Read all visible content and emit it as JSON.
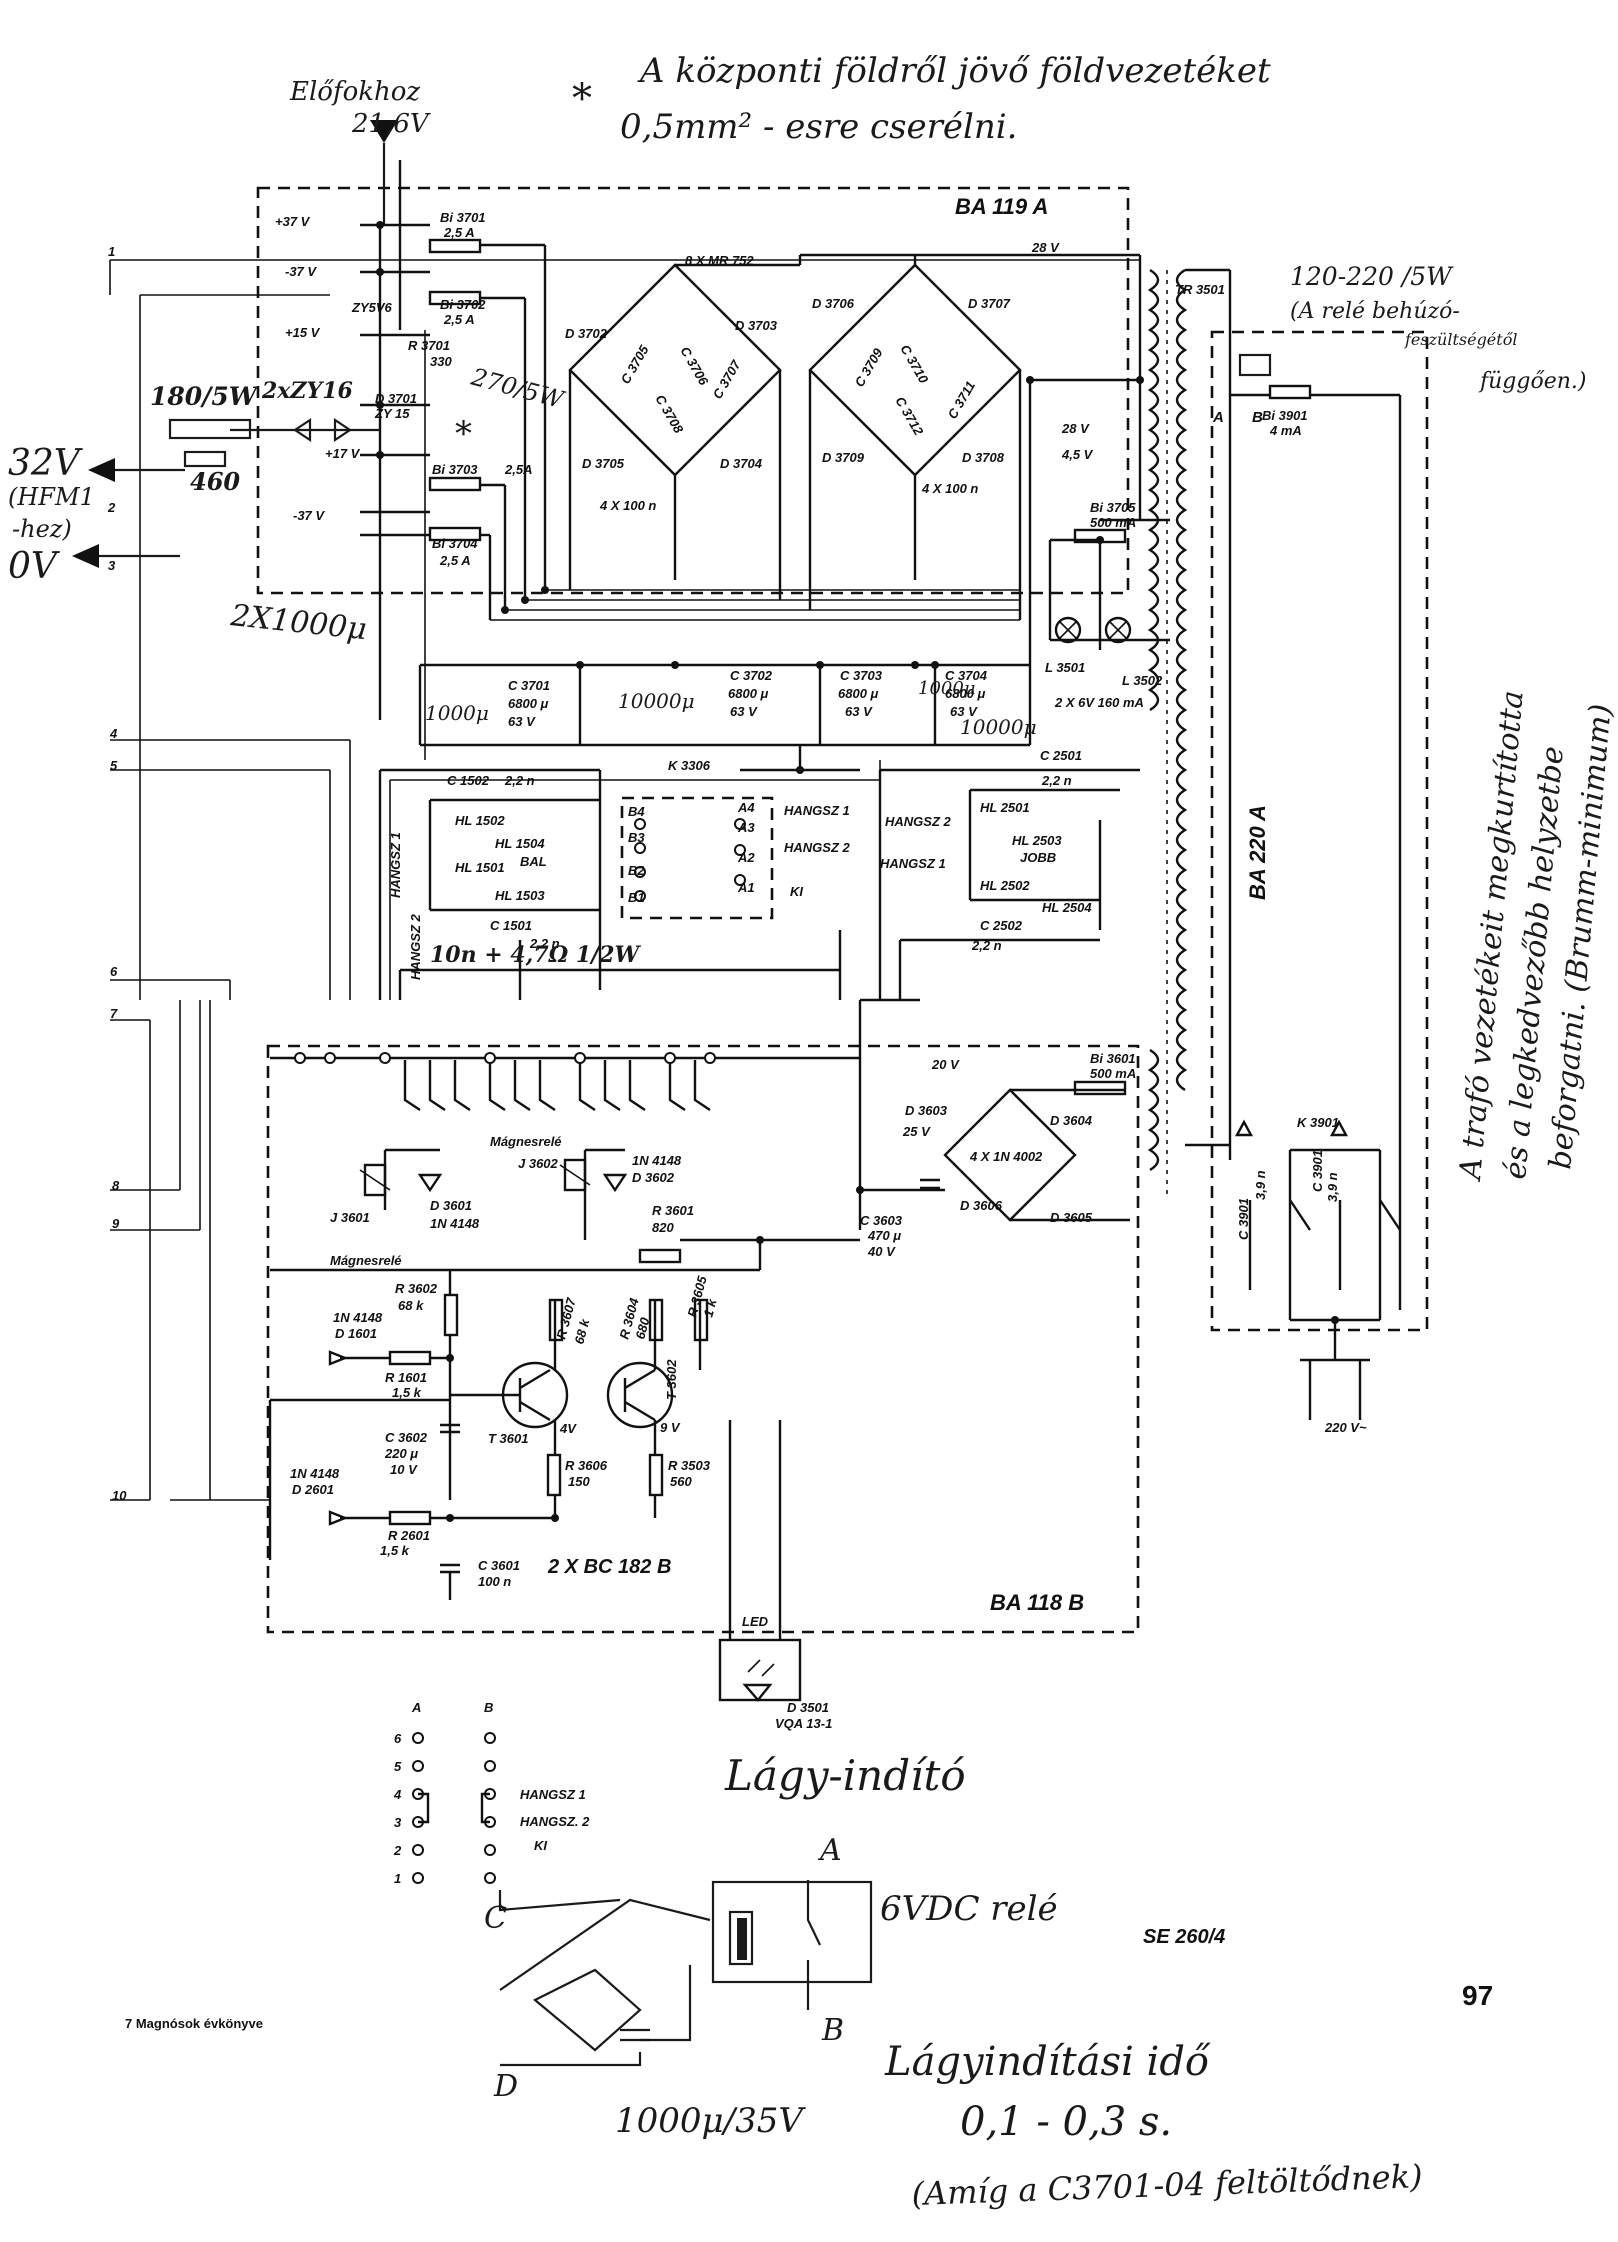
{
  "modules": {
    "ba119a": "BA 119 A",
    "ba118b": "BA 118 B",
    "ba220a": "BA 220 A"
  },
  "supply": {
    "plus37": "+37 V",
    "minus37": "-37 V",
    "plus15": "+15 V",
    "plus17": "+17 V",
    "minus37b": "-37 V",
    "v28": "28 V",
    "v28b": "28 V",
    "v45": "4,5 V",
    "v20": "20 V",
    "v25": "25 V",
    "v4": "4V",
    "v9": "9 V",
    "mains": "220 V~"
  },
  "fuses": {
    "bi3701": "Bi 3701",
    "bi3701_val": "2,5 A",
    "bi3702": "Bi 3702",
    "bi3702_val": "2,5 A",
    "bi3703": "Bi 3703",
    "bi3703_val": "2,5A",
    "bi3704": "Bi 3704",
    "bi3704_val": "2,5 A",
    "bi3705": "Bi 3705",
    "bi3705_val": "500 mA",
    "bi3601": "Bi 3601",
    "bi3601_val": "500 mA",
    "bi3901": "Bi 3901",
    "bi3901_val": "4 mA"
  },
  "parts": {
    "r3701": "R 3701",
    "r3701_val": "330",
    "zy5v6": "ZY5V6",
    "d3701": "D 3701",
    "d3701_val": "ZY 15",
    "bridges": "8 X MR 752",
    "d3702": "D 3702",
    "d3703": "D 3703",
    "d3704": "D 3704",
    "d3705": "D 3705",
    "d3706": "D 3706",
    "d3707": "D 3707",
    "d3708": "D 3708",
    "d3709": "D 3709",
    "c3705": "C 3705",
    "c3706": "C 3706",
    "c3707": "C 3707",
    "c3708": "C 3708",
    "c3709": "C 3709",
    "c3710": "C 3710",
    "c3711": "C 3711",
    "c3712": "C 3712",
    "caps_4x100n": "4 X 100 n",
    "caps_4x100n_b": "4 X 100 n",
    "tr3501": "TR 3501",
    "l3501": "L 3501",
    "l3502": "L 3502",
    "lamps": "2 X 6V 160 mA",
    "c3701": "C 3701",
    "c3701_val": "6800 μ",
    "c3701_v": "63 V",
    "c3702": "C 3702",
    "c3702_val": "6800 μ",
    "c3702_v": "63 V",
    "c3703": "C 3703",
    "c3703_val": "6800 μ",
    "c3703_v": "63 V",
    "c3704": "C 3704",
    "c3704_val": "6800 μ",
    "c3704_v": "63 V",
    "k3306": "K 3306",
    "c1502": "C 1502",
    "c1502_val": "2,2 n",
    "hl1502": "HL 1502",
    "hl1504": "HL 1504",
    "hl1501": "HL 1501",
    "bal": "BAL",
    "hl1503": "HL 1503",
    "c1501": "C 1501",
    "c1501_val": "2,2 n",
    "hangsz1_v": "HANGSZ 1",
    "hangsz2_v": "HANGSZ 2",
    "sw_b4": "B4",
    "sw_b3": "B3",
    "sw_b2": "B2",
    "sw_b1": "B1",
    "sw_a4": "A4",
    "sw_a3": "A3",
    "sw_a2": "A2",
    "sw_a1": "A1",
    "sw_hangsz1": "HANGSZ 1",
    "sw_hangsz2": "HANGSZ 2",
    "sw_ki": "KI",
    "c2501": "C 2501",
    "c2501_val": "2,2 n",
    "hangsz2_r": "HANGSZ 2",
    "hangsz1_r": "HANGSZ 1",
    "hl2501": "HL 2501",
    "hl2503": "HL 2503",
    "jobb": "JOBB",
    "hl2502": "HL 2502",
    "hl2504": "HL 2504",
    "c2502": "C 2502",
    "c2502_val": "2,2 n",
    "d3603": "D 3603",
    "d3604": "D 3604",
    "d3605": "D 3605",
    "d3606": "D 3606",
    "bridge2": "4 X 1N 4002",
    "c3603": "C 3603",
    "c3603_val": "470 μ",
    "c3603_v": "40 V",
    "j3601": "J 3601",
    "magnesrele1": "Mágnesrelé",
    "d3601": "D 3601",
    "d3601_val": "1N 4148",
    "magnesrele2": "Mágnesrelé",
    "j3602": "J 3602",
    "d3602": "D 3602",
    "d3602_val": "1N 4148",
    "r3601": "R 3601",
    "r3601_val": "820",
    "r3602": "R 3602",
    "r3602_val": "68 k",
    "d1601_type": "1N 4148",
    "d1601": "D 1601",
    "r1601": "R 1601",
    "r1601_val": "1,5 k",
    "r3607": "R 3607",
    "r3607_val": "68 k",
    "r3604": "R 3604",
    "r3604_val": "680",
    "t3602": "T 3602",
    "r3605": "R 3605",
    "r3605_val": "1 k",
    "t3601": "T 3601",
    "c3602": "C 3602",
    "c3602_val": "220 μ",
    "c3602_v": "10 V",
    "r3606": "R 3606",
    "r3606_val": "150",
    "r3503": "R 3503",
    "r3503_val": "560",
    "d2601_type": "1N 4148",
    "d2601": "D 2601",
    "r2601": "R 2601",
    "r2601_val": "1,5 k",
    "c3601": "C 3601",
    "c3601_val": "100 n",
    "transistors": "2 X BC 182 B",
    "led": "LED",
    "d3501": "D 3501",
    "d3501_val": "VQA 13-1",
    "k3901": "K 3901",
    "c3901": "C 3901",
    "c3901_val": "3,9 n",
    "c3901b": "C 3901",
    "c3901b_val": "3,9 n",
    "relay_a": "A",
    "relay_b": "B"
  },
  "terminals": [
    "1",
    "2",
    "3",
    "4",
    "5",
    "6",
    "7",
    "8",
    "9",
    "10"
  ],
  "switch_table": {
    "col_a": "A",
    "col_b": "B",
    "rows": [
      "6",
      "5",
      "4",
      "3",
      "2",
      "1"
    ],
    "hangsz1": "HANGSZ 1",
    "hangsz2": "HANGSZ. 2",
    "ki": "KI"
  },
  "footer": {
    "book": "7 Magnósok évkönyve",
    "code": "SE 260/4",
    "page": "97"
  },
  "handwriting": {
    "elofokhoz": "Előfokhoz",
    "v216": "21,6V",
    "note1_a": "A központi földről jövő földvezetéket",
    "note1_b": "0,5mm² - esre cserélni.",
    "star": "*",
    "r180": "180/5W",
    "zy2x": "2xZY16",
    "r460": "460",
    "r270": "270/5W",
    "v32": "32V",
    "hfm": "(HFM1",
    "hfm2": "-hez)",
    "v0": "0V",
    "caps2x": "2X1000μ",
    "c1000a": "1000μ",
    "c1000b": "10000μ",
    "c1000c": "1000μ",
    "c1000d": "10000μ",
    "c1501note": "10n + 4,7Ω 1/2W",
    "note_r1": "120-220 /5W",
    "note_r2": "(A relé behúzó-",
    "note_r3": "feszültségétől",
    "note_r4": "függően.)",
    "vert1": "A trafó vezetékeit megkurtította",
    "vert2": "és a legkedvezőbb helyzetbe",
    "vert3": "beforgatni. (Brumm-minimum)",
    "soft_title": "Lágy-indító",
    "relay6v": "6VDC relé",
    "node_a": "A",
    "node_b": "B",
    "node_c": "C",
    "node_d": "D",
    "soft_cap": "1000μ/35V",
    "soft_time1": "Lágyindítási idő",
    "soft_time2": "0,1 - 0,3 s.",
    "soft_time3": "(Amíg a C3701-04 feltöltődnek)"
  }
}
